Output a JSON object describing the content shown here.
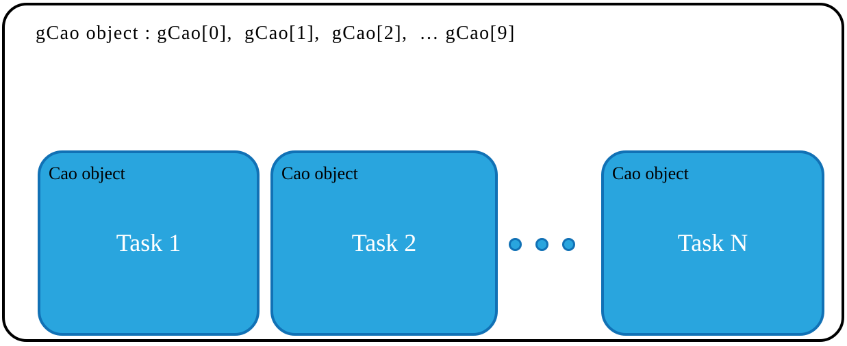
{
  "diagram": {
    "title": "gCao object : gCao[0],  gCao[1],  gCao[2],  … gCao[9]",
    "boxes": [
      {
        "label": "Cao object",
        "task": "Task 1"
      },
      {
        "label": "Cao object",
        "task": "Task 2"
      },
      {
        "label": "Cao object",
        "task": "Task N"
      }
    ],
    "ellipsis": {
      "dots_count": 3
    },
    "colors": {
      "box_fill": "#29A5DE",
      "box_border": "#1171B5",
      "outer_border": "#000000",
      "task_text": "#FFFFFF",
      "label_text": "#000000"
    }
  }
}
